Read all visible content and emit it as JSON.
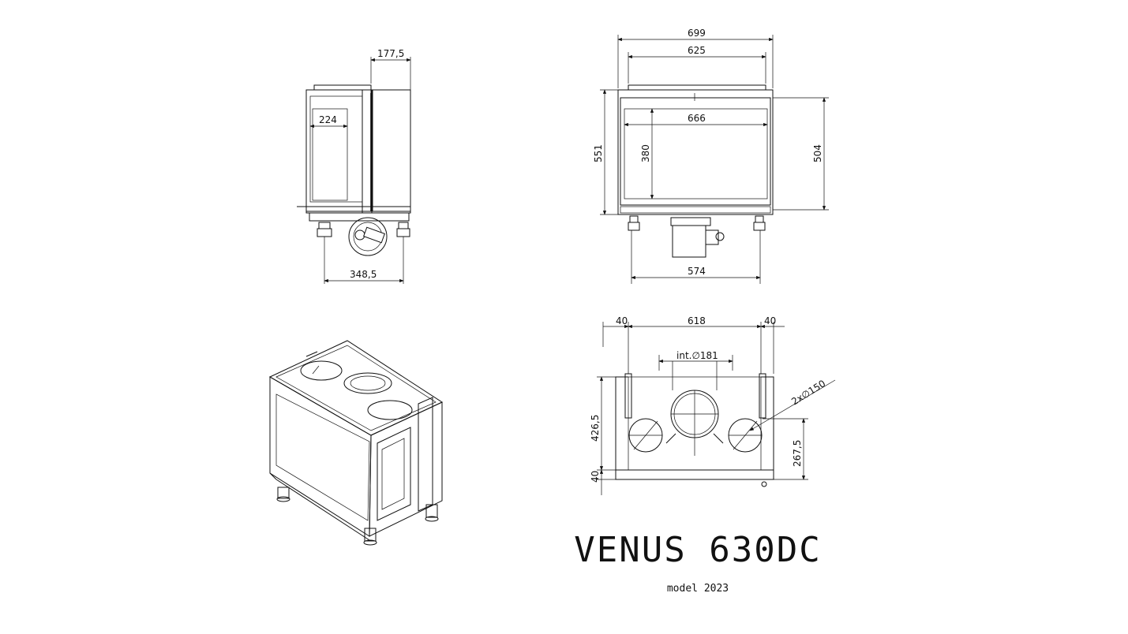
{
  "title": "VENUS 630DC",
  "subtitle": "model 2023",
  "side_view": {
    "dim_depth_top": "177,5",
    "dim_glass_width": "224",
    "dim_feet_spacing": "348,5"
  },
  "front_view": {
    "dim_overall_width": "699",
    "dim_inner_width": "625",
    "dim_glass_width": "666",
    "dim_height_overall": "551",
    "dim_glass_height": "380",
    "dim_height_body": "504",
    "dim_feet_spacing": "574"
  },
  "top_view": {
    "dim_left_margin": "40",
    "dim_center_width": "618",
    "dim_right_margin": "40",
    "dim_flue_diameter": "int.∅181",
    "dim_outlets": "2x∅150",
    "dim_depth_flue": "426,5",
    "dim_depth_outlets": "267,5",
    "dim_bottom_margin": "40"
  }
}
